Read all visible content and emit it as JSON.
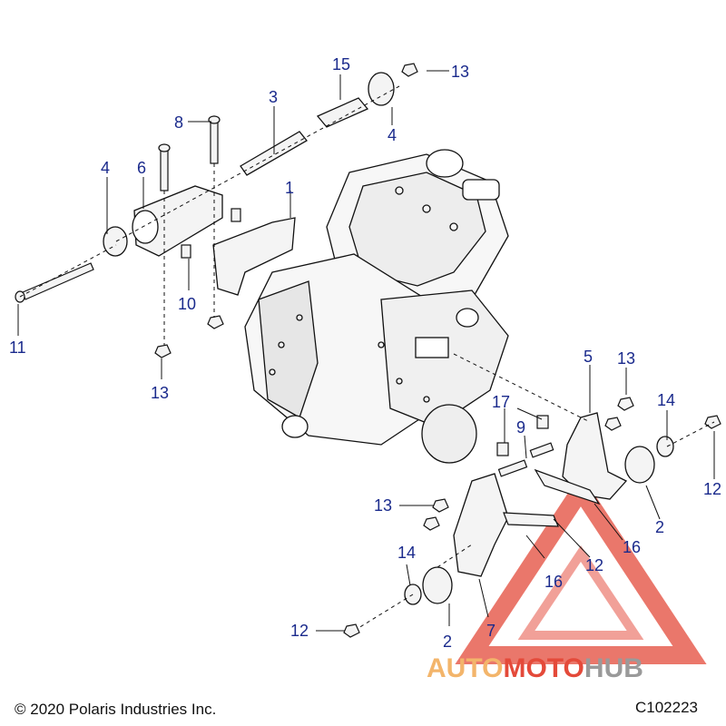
{
  "callouts": {
    "c1": "1",
    "c2a": "2",
    "c2b": "2",
    "c3": "3",
    "c4a": "4",
    "c4b": "4",
    "c5": "5",
    "c6": "6",
    "c7": "7",
    "c8": "8",
    "c9": "9",
    "c10": "10",
    "c11": "11",
    "c12a": "12",
    "c12b": "12",
    "c12c": "12",
    "c13a": "13",
    "c13b": "13",
    "c13c": "13",
    "c13d": "13",
    "c14a": "14",
    "c14b": "14",
    "c15": "15",
    "c16a": "16",
    "c16b": "16",
    "c17": "17"
  },
  "footer": {
    "copyright": "© 2020 Polaris Industries Inc.",
    "figure_id": "C102223"
  },
  "watermark": {
    "word1": "AUTO",
    "word2": "MOTO",
    "word3": "HUB"
  },
  "colors": {
    "callout_text": "#1a2a8c",
    "logo_orange": "#f3b56b",
    "logo_red": "#e44a3a",
    "logo_gray": "#9a9a9a"
  }
}
